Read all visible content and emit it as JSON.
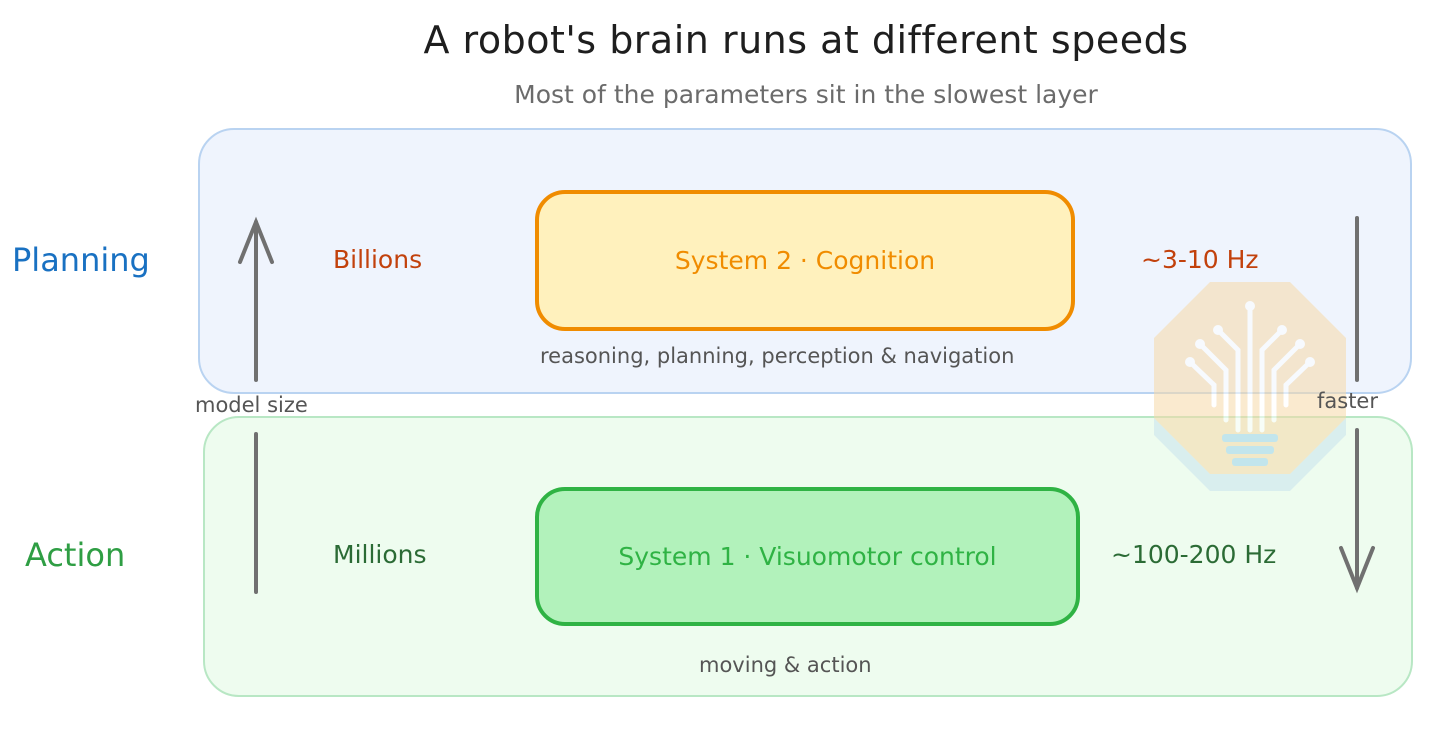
{
  "header": {
    "title": "A robot's brain runs at different speeds",
    "subtitle": "Most of the parameters sit in the slowest layer"
  },
  "layers": [
    {
      "name": "Planning",
      "size": "Billions",
      "system": "System 2 · Cognition",
      "description": "reasoning, planning, perception & navigation",
      "rate": "~3-10 Hz"
    },
    {
      "name": "Action",
      "size": "Millions",
      "system": "System 1 · Visuomotor control",
      "description": "moving & action",
      "rate": "~100-200 Hz"
    }
  ],
  "axes": {
    "left_label": "model size",
    "right_label": "faster"
  },
  "icons": {
    "left_arrow": "arrow-up-icon",
    "right_arrow": "arrow-down-icon",
    "watermark": "circuit-brain-logo-icon"
  },
  "colors": {
    "planning_label": "#1971c2",
    "action_label": "#2f9e44",
    "system2_border": "#f08c00",
    "system2_fill": "#fff1bd",
    "system1_border": "#2fb344",
    "system1_fill": "#b2f2bb",
    "planning_panel": "#eff4fd",
    "action_panel": "#eefcef"
  }
}
